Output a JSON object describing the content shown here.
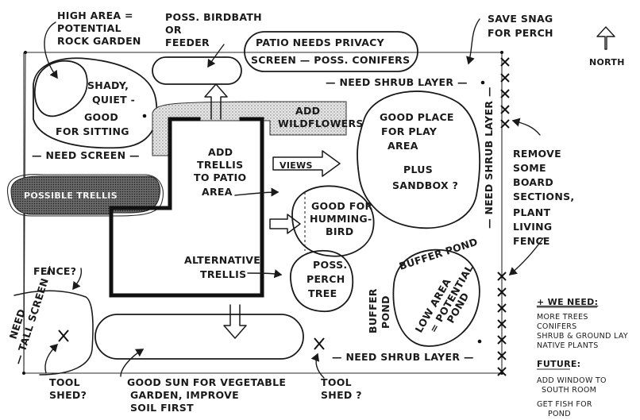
{
  "colors": {
    "ink": "#1a1a1a",
    "paper": "#ffffff",
    "shade": "#c8c8c8",
    "dark_shade": "#555555"
  },
  "compass": {
    "label": "NORTH"
  },
  "labels": {
    "high_area": [
      "HIGH AREA =",
      "POTENTIAL",
      "ROCK GARDEN"
    ],
    "birdbath": [
      "POSS. BIRDBATH",
      "OR",
      "FEEDER"
    ],
    "patio_privacy": [
      "PATIO NEEDS PRIVACY",
      "SCREEN — POSS. CONIFERS"
    ],
    "save_snag": [
      "SAVE SNAG",
      "FOR PERCH"
    ],
    "shady": [
      "SHADY,",
      "QUIET -",
      "GOOD",
      "FOR SITTING"
    ],
    "need_screen": "— NEED SCREEN —",
    "need_shrub_top": "— NEED SHRUB LAYER —",
    "add_wildflowers": [
      "ADD",
      "WILDFLOWERS"
    ],
    "play_area": [
      "GOOD PLACE",
      "FOR PLAY",
      "AREA",
      "PLUS",
      "SANDBOX ?"
    ],
    "remove_board": [
      "REMOVE",
      "SOME",
      "BOARD",
      "SECTIONS,",
      "PLANT",
      "LIVING",
      "FENCE"
    ],
    "need_shrub_side": "— NEED SHRUB LAYER —",
    "add_trellis": [
      "ADD",
      "TRELLIS",
      "TO PATIO",
      "AREA"
    ],
    "views": "VIEWS",
    "possible_trellis": "POSSIBLE TRELLIS",
    "hummingbird": [
      "GOOD FOR",
      "HUMMING-",
      "BIRD"
    ],
    "buffer_pond_top": "BUFFER POND",
    "alt_trellis": [
      "ALTERNATIVE",
      "TRELLIS"
    ],
    "perch_tree": [
      "POSS.",
      "PERCH",
      "TREE"
    ],
    "fence_q": "FENCE?",
    "need_tall_screen": [
      "NEED",
      "— TALL SCREEN —"
    ],
    "buffer_pond_side": [
      "BUFFER",
      "POND"
    ],
    "low_area": [
      "LOW AREA",
      "= POTENTIAL",
      "POND"
    ],
    "need_shrub_bottom": "— NEED SHRUB LAYER —",
    "tool_shed_left": [
      "TOOL",
      "SHED?"
    ],
    "good_sun": [
      "GOOD SUN FOR VEGETABLE",
      "GARDEN, IMPROVE",
      "SOIL FIRST"
    ],
    "tool_shed_mid": [
      "TOOL",
      "SHED ?"
    ]
  },
  "legend": {
    "heading": "+ WE NEED:",
    "needs": [
      "MORE TREES",
      "CONIFERS",
      "SHRUB & GROUND LAY",
      "NATIVE PLANTS"
    ],
    "future_heading": "FUTURE:",
    "future": [
      "ADD WINDOW TO",
      "SOUTH ROOM",
      "GET FISH FOR",
      "POND"
    ]
  }
}
